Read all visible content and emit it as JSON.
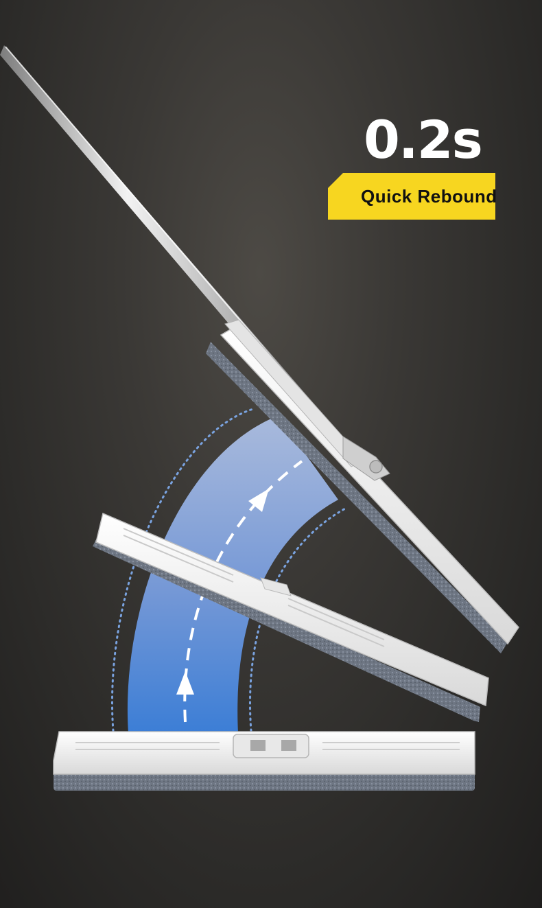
{
  "headline": {
    "value": "0.2s"
  },
  "badge": {
    "label": "Quick Rebound",
    "color": "#f7d620"
  },
  "scene": {
    "subject": "flat mop head rebounding upward",
    "mop_positions": [
      "flat",
      "mid-lifted",
      "fully-lifted"
    ],
    "colors": {
      "background": "#2b2a28",
      "arc_top": "#a6b8dc",
      "arc_bottom": "#3e7fd6",
      "microfiber": "#6f7784",
      "frame": "#eeeeee",
      "handle": "#c9c9c9"
    }
  }
}
